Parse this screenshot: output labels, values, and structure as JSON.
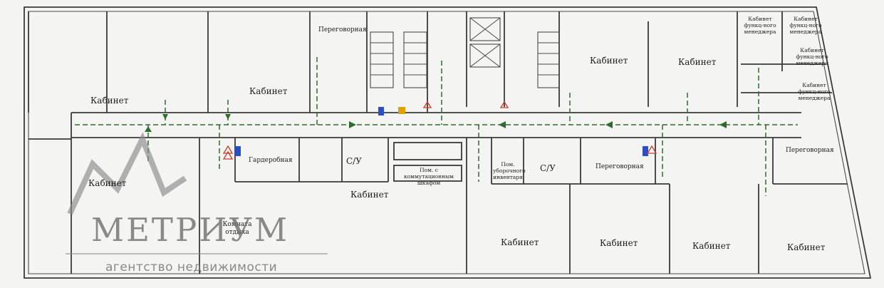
{
  "rooms": {
    "kabinet": "Кабинет",
    "peregovornaya": "Переговорная",
    "garderobnaya": "Гардеробная",
    "su": "С/У",
    "kommut": "Пом. с коммутационным шкафом",
    "uborochn": "Пом. уборочного инвентаря",
    "kabinet_func": "Кабинет функц-ного менеджера",
    "komnata_otdyha": "Комната отдыха"
  },
  "watermark": {
    "title": "МЕТРИУМ",
    "subtitle": "агентство недвижимости"
  },
  "colors": {
    "wall": "#3a3a3a",
    "route": "#2f6a2f",
    "extinguisher": "#2a4fc4",
    "hazard": "#cc3a2a",
    "exit_sign": "#e0a000"
  }
}
